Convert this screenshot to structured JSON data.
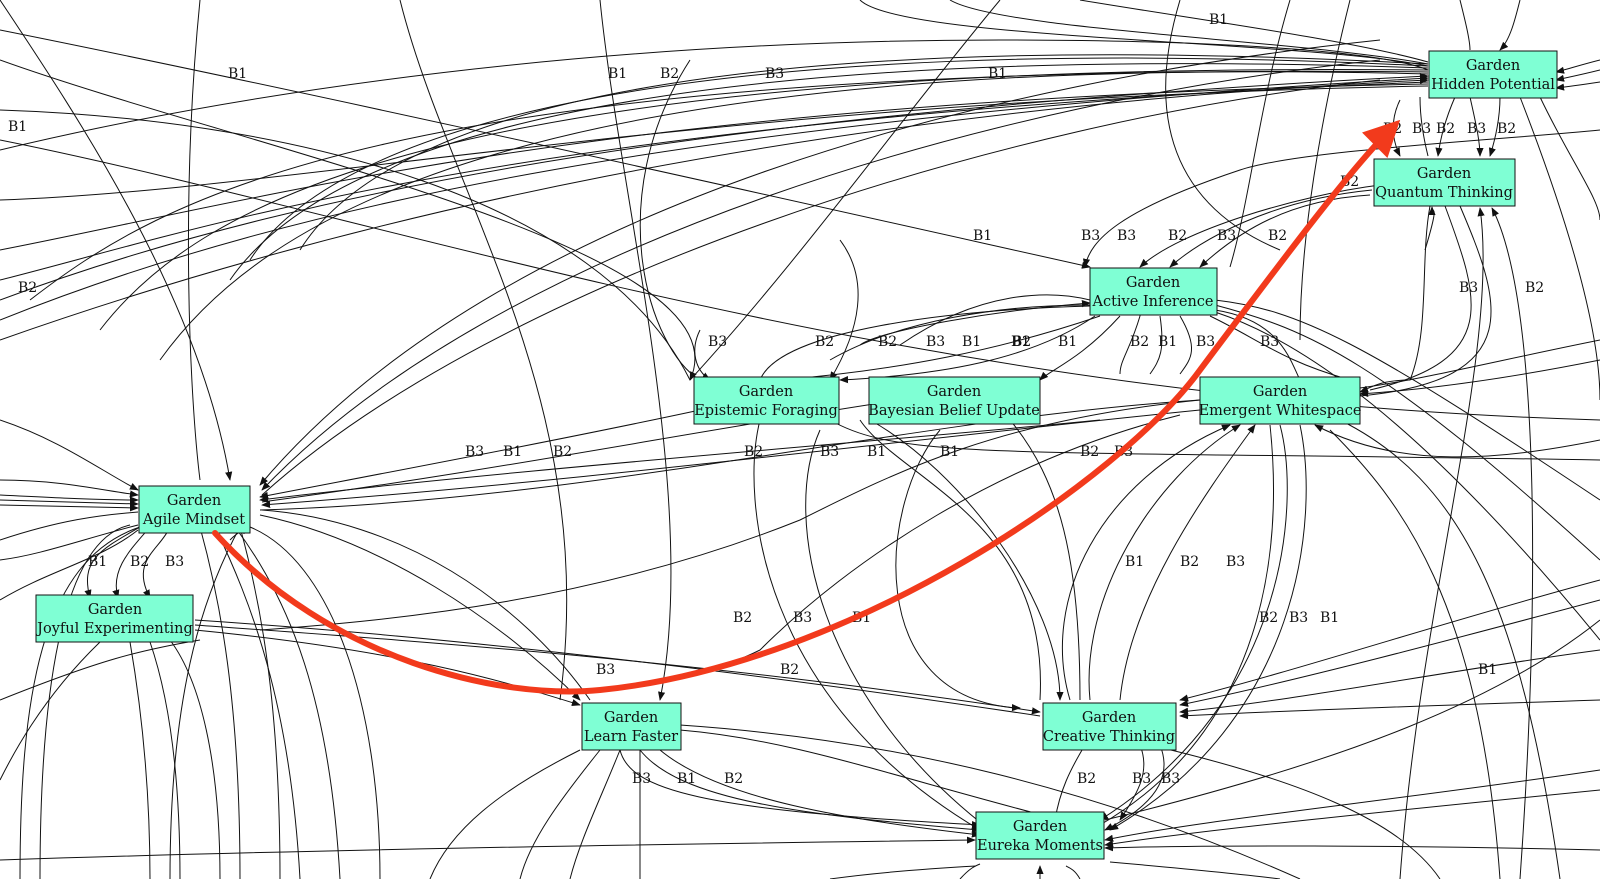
{
  "graph": {
    "node_fill": "#7fffd4",
    "highlight_color": "#f23a1c",
    "nodes": [
      {
        "id": "hidden-potential",
        "line1": "Garden",
        "line2": "Hidden Potential"
      },
      {
        "id": "quantum-thinking",
        "line1": "Garden",
        "line2": "Quantum Thinking"
      },
      {
        "id": "active-inference",
        "line1": "Garden",
        "line2": "Active Inference"
      },
      {
        "id": "epistemic-foraging",
        "line1": "Garden",
        "line2": "Epistemic Foraging"
      },
      {
        "id": "bayesian-belief-update",
        "line1": "Garden",
        "line2": "Bayesian Belief Update"
      },
      {
        "id": "emergent-whitespace",
        "line1": "Garden",
        "line2": "Emergent Whitespace"
      },
      {
        "id": "agile-mindset",
        "line1": "Garden",
        "line2": "Agile Mindset"
      },
      {
        "id": "joyful-experimenting",
        "line1": "Garden",
        "line2": "Joyful Experimenting"
      },
      {
        "id": "learn-faster",
        "line1": "Garden",
        "line2": "Learn Faster"
      },
      {
        "id": "creative-thinking",
        "line1": "Garden",
        "line2": "Creative Thinking"
      },
      {
        "id": "eureka-moments",
        "line1": "Garden",
        "line2": "Eureka Moments"
      }
    ],
    "edge_labels": [
      "B1",
      "B1",
      "B2",
      "B3",
      "B1",
      "B1",
      "B2",
      "B2",
      "B3",
      "B2",
      "B3",
      "B2",
      "B3",
      "B2",
      "B3",
      "B2",
      "B2",
      "B3",
      "B1",
      "B1",
      "B1",
      "B2",
      "B1",
      "B1",
      "B3",
      "B3",
      "B3",
      "B1",
      "B2",
      "B2",
      "B3",
      "B1",
      "B1",
      "B2",
      "B3",
      "B1",
      "B2",
      "B3",
      "B1",
      "B2",
      "B3",
      "B1",
      "B2",
      "B3",
      "B2",
      "B2",
      "B3",
      "B1",
      "B2",
      "B3",
      "B1",
      "B3",
      "B1",
      "B2",
      "B3",
      "B3",
      "B2",
      "B3",
      "B3",
      "B2",
      "B3",
      "B2",
      "B1",
      "B2"
    ]
  }
}
